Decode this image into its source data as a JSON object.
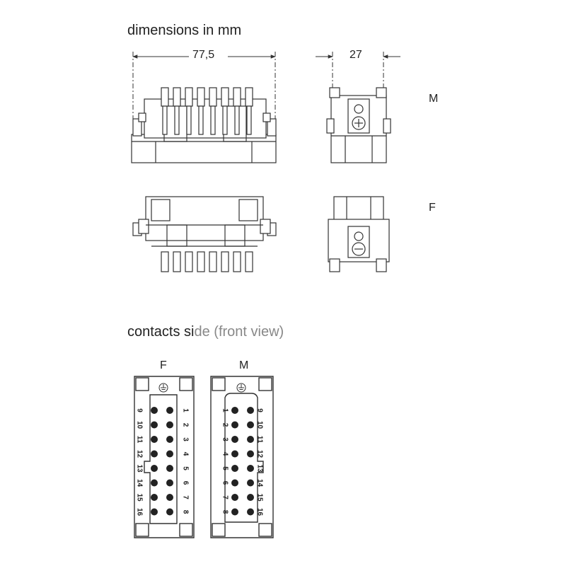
{
  "dimensions": {
    "heading": "dimensions in mm",
    "width_value": "77,5",
    "depth_value": "27",
    "label_m": "M",
    "label_f": "F"
  },
  "contacts": {
    "heading_part1": "contacts si",
    "heading_part2": "de (front view)",
    "female_label": "F",
    "male_label": "M",
    "female_left_column": [
      "9",
      "10",
      "11",
      "12",
      "13",
      "14",
      "15",
      "16"
    ],
    "female_right_column": [
      "1",
      "2",
      "3",
      "4",
      "5",
      "6",
      "7",
      "8"
    ],
    "male_left_column": [
      "1",
      "2",
      "3",
      "4",
      "5",
      "6",
      "7",
      "8"
    ],
    "male_right_column": [
      "9",
      "10",
      "11",
      "12",
      "13",
      "14",
      "15",
      "16"
    ]
  }
}
